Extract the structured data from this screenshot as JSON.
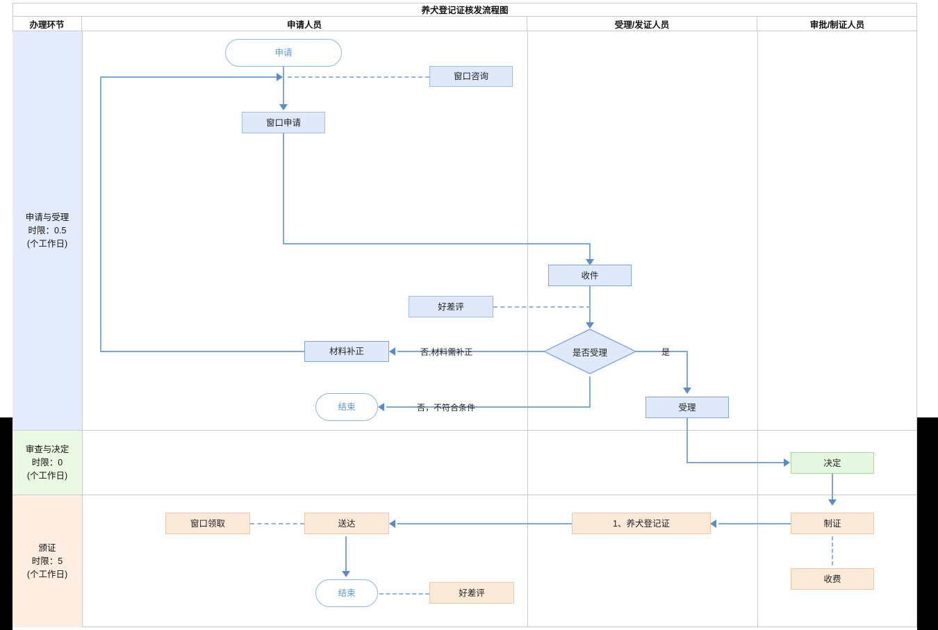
{
  "title": "养犬登记证核发流程图",
  "columns": [
    {
      "key": "stage",
      "label": "办理环节"
    },
    {
      "key": "applicant",
      "label": "申请人员"
    },
    {
      "key": "acceptor",
      "label": "受理/发证人员"
    },
    {
      "key": "approver",
      "label": "审批/制证人员"
    }
  ],
  "stages": [
    {
      "name": "申请与受理",
      "limit": "时限：0.5",
      "unit": "(个工作日)",
      "color": "#e4ecfb"
    },
    {
      "name": "审查与决定",
      "limit": "时限：0",
      "unit": "(个工作日)",
      "color": "#eaf8e4"
    },
    {
      "name": "颁证",
      "limit": "时限：5",
      "unit": "(个工作日)",
      "color": "#fdeee1"
    }
  ],
  "nodes": {
    "start": "申请",
    "window_query": "窗口咨询",
    "window_apply": "窗口申请",
    "receive": "收件",
    "review1": "好差评",
    "material_fix": "材料补正",
    "decision": "是否受理",
    "end1": "结束",
    "accept": "受理",
    "decide": "决定",
    "make_cert": "制证",
    "charge": "收费",
    "cert_item": "1、养犬登记证",
    "deliver": "送达",
    "window_pick": "窗口领取",
    "end2": "结束",
    "review2": "好差评"
  },
  "edge_labels": {
    "no_fix": "否,材料需补正",
    "no_cond": "否，不符合条件",
    "yes": "是"
  },
  "colors": {
    "lane_blue": "#e4ecfb",
    "lane_green": "#eaf8e4",
    "lane_peach": "#fdeee1",
    "box_blue_fill": "#dfe9fa",
    "box_blue_border": "#9dbbe4",
    "box_green_fill": "#e5f7e0",
    "box_green_border": "#a8d69a",
    "box_peach_fill": "#fcead9",
    "box_peach_border": "#f0c9a4",
    "connector": "#7da7d9",
    "terminator_text": "#5b9bd5",
    "grid": "#c9c9c9"
  }
}
